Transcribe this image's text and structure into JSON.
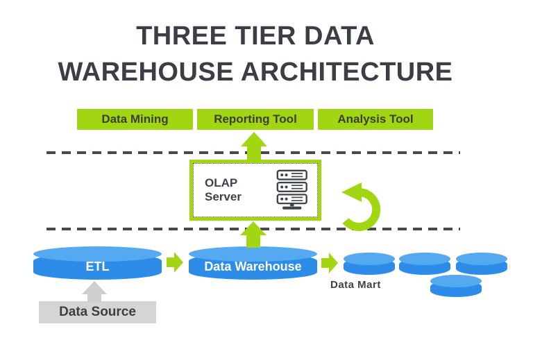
{
  "title": {
    "line1": "THREE TIER DATA",
    "line2": "WAREHOUSE ARCHITECTURE"
  },
  "tools": [
    {
      "label": "Data Mining"
    },
    {
      "label": "Reporting Tool"
    },
    {
      "label": "Analysis Tool"
    }
  ],
  "olap": {
    "label": "OLAP Server"
  },
  "cylinders": {
    "etl": "ETL",
    "warehouse": "Data Warehouse",
    "data_mart_label": "Data Mart"
  },
  "source": {
    "label": "Data Source"
  },
  "icons": [
    "server-rack-icon",
    "cycle-arrow-icon",
    "up-arrow",
    "right-arrow"
  ],
  "colors": {
    "green_accent": "#a2d613",
    "cylinder_body_blue": "#2e8ce9",
    "cylinder_top_blue": "#55a9f1",
    "title_dark": "#3b3f45",
    "tool_box_text": "#3a402f",
    "dashed_line": "#45494e",
    "data_source_gray": "#d5d5d5",
    "gray_arrow": "#cfcfcf",
    "server_icon_dark": "#3f444a",
    "white_text": "#ffffff"
  }
}
